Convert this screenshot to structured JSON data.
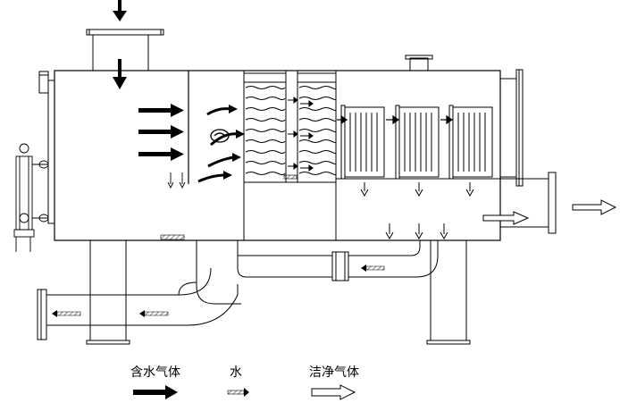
{
  "legend": {
    "items": [
      {
        "key": "wet_gas",
        "label": "含水气体",
        "style": "solid-black"
      },
      {
        "key": "water",
        "label": "水",
        "style": "hatched"
      },
      {
        "key": "clean_gas",
        "label": "洁净气体",
        "style": "outline"
      }
    ]
  },
  "colors": {
    "line": "#000000",
    "background": "#ffffff",
    "hatch": "#555555"
  }
}
